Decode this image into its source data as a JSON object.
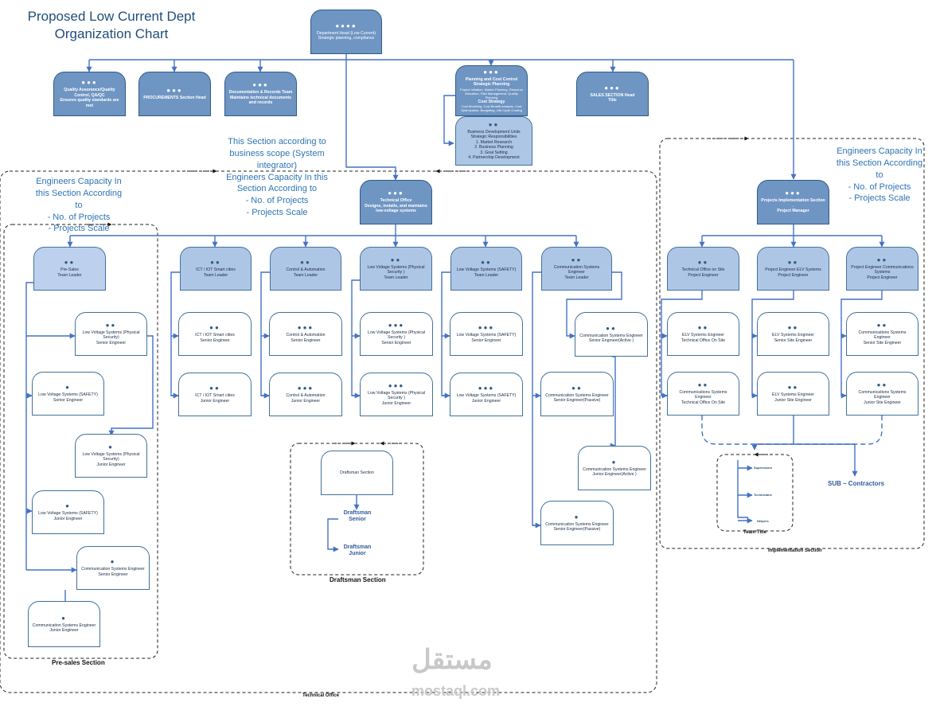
{
  "header": {
    "title_line1": "Proposed Low Current Dept",
    "title_line2": "Organization Chart"
  },
  "nodes": {
    "dept_head": {
      "title": "Department Head (Low Current)",
      "sub": "Strategic planning, compliance"
    },
    "qa": {
      "title": "Quality Assurance/Quality Control, QA/QC",
      "sub": "Ensures quality standards are met"
    },
    "procurement": {
      "title": "PROCUREMENTS Section Head"
    },
    "docs": {
      "title": "Documentation & Records Team",
      "sub": "Maintains technical documents and records"
    },
    "planning": {
      "title": "Planning and Cost Control",
      "l2": "Strategic Planning",
      "l3": "Project Initiation, Master Planning, Resource Allocation, Risk Management, Quality Planning",
      "l4": "Cost Strategy",
      "l5": "Cost Modeling, Cost Benefit Analysis, Cost Optimization, Budgeting, Life Cycle Costing"
    },
    "bdu": {
      "title": "Business Development Units",
      "l2": "Strategic Responsibilities",
      "l3": "1. Market Research",
      "l4": "2. Business Planning",
      "l5": "3. Goal Setting",
      "l6": "4. Partnership Development"
    },
    "sales": {
      "title": "SALES SECTION Head",
      "sub": "Title"
    },
    "tech_office": {
      "title": "Technical  Office",
      "sub": "Designs, installs, and maintains low-voltage systems"
    },
    "proj_impl": {
      "title": "Projects Implementation Section .",
      "sub": "Project Manager"
    },
    "presales_tl": {
      "title": "Pre-Sales",
      "sub": "Team Leader"
    },
    "ps_lvps_se": {
      "title": "Low Voltage Systems (Physical Security)",
      "sub": "Senior Engineer"
    },
    "ps_lvsafe_se": {
      "title": "Low Voltage Systems (SAFETY)",
      "sub": "Senior Engineer"
    },
    "ps_lvps_je": {
      "title": "Low Voltage Systems (Physical Security)",
      "sub": "Junior Engineer"
    },
    "ps_lvsafe_je": {
      "title": "Low Voltage Systems (SAFETY)",
      "sub": "Junior Engineer"
    },
    "ps_comm_se": {
      "title": "Communication Systems Engineer",
      "sub": "Senior Engineer"
    },
    "ps_comm_je": {
      "title": "Communication Systems Engineer",
      "sub": "Junior Engineer"
    },
    "ict_tl": {
      "title": "ICT / IOT Smart cities",
      "sub": "Team Leader"
    },
    "ict_se": {
      "title": "ICT / IOT Smart cities",
      "sub": "Senior Engineer"
    },
    "ict_je": {
      "title": "ICT / IOT Smart cities",
      "sub": "Junior Engineer"
    },
    "ca_tl": {
      "title": "Control & Automation",
      "sub": "Team Leader"
    },
    "ca_se": {
      "title": "Control & Automation",
      "sub": "Senior Engineer"
    },
    "ca_je": {
      "title": "Control & Automation",
      "sub": "Junior Engineer"
    },
    "lvps_tl": {
      "title": "Low Voltage Systems (Physical Security )",
      "sub": "Team Leader"
    },
    "lvps_se": {
      "title": "Low Voltage Systems (Physical Security )",
      "sub": "Senior Engineer"
    },
    "lvps_je": {
      "title": "Low Voltage Systems (Physical Security )",
      "sub": "Junior Engineer"
    },
    "lvsafe_tl": {
      "title": "Low Voltage Systems (SAFETY)",
      "sub": "Team Leader"
    },
    "lvsafe_se": {
      "title": "Low Voltage Systems (SAFETY)",
      "sub": "Senior Engineer"
    },
    "lvsafe_je": {
      "title": "Low Voltage Systems (SAFETY)",
      "sub": "Junior Engineer"
    },
    "comm_tl": {
      "title": "Communication Systems Engineer",
      "sub": "Team Leader"
    },
    "comm_se_active": {
      "title": "Communication Systems Engineer",
      "sub": "Senior Engineer(Active )"
    },
    "comm_se_passive": {
      "title": "Communication Systems Engineer",
      "sub": "Senior Engineer(Passive)"
    },
    "comm_je_active": {
      "title": "Communication Systems Engineer",
      "sub": "Junior Engineer(Active )"
    },
    "comm_se_passive2": {
      "title": "Communication Systems Engineer",
      "sub": "Senior Engineer(Passive)"
    },
    "draftsman": {
      "title": "Draftsman Section"
    },
    "to_site_pe": {
      "title": "Technical Office on Site",
      "sub": "Project Engineer"
    },
    "elv_pe": {
      "title": "Project Engineer ELV Systems",
      "sub": "Project Engineer"
    },
    "comm_pe": {
      "title": "Project Engineer Communications Systems",
      "sub": "Project Engineer"
    },
    "elv_to": {
      "title": "ELV Systems Engineer",
      "sub": "Technical Office On Site"
    },
    "elv_sse": {
      "title": "ELV Systems Engineer",
      "sub": "Senior Site Engineer"
    },
    "comm_sse": {
      "title": "Communications Systems Engineer",
      "sub": "Senior Site Engineer"
    },
    "comm_to": {
      "title": "Communications Systems  Engineer",
      "sub": "Technical Office On Site"
    },
    "elv_jse": {
      "title": "ELV Systems Engineer",
      "sub": "Junior Site Engineer"
    },
    "comm_jse": {
      "title": "Communications Systems Engineer",
      "sub": "Junior Site Engineer"
    }
  },
  "notes": {
    "scope": "This Section according to business scope (System integrator)",
    "cap_center": "Engineers Capacity In this Section According to",
    "cap_center_b1": "- No. of Projects",
    "cap_center_b2": "- Projects Scale",
    "cap_left": "Engineers Capacity In this Section According to",
    "cap_left_b1": "- No. of Projects",
    "cap_left_b2": "- Projects Scale",
    "cap_right": "Engineers Capacity In this Section According to",
    "cap_right_b1": "- No. of Projects",
    "cap_right_b2": "- Projects Scale"
  },
  "draftsman_levels": {
    "senior_l1": "Draftsman",
    "senior_l2": "Senior",
    "junior_l1": "Draftsman",
    "junior_l2": "Junior"
  },
  "team_title": {
    "supervisors": "Supervisors",
    "technicians": "Technicians",
    "helpers": "Helpers",
    "label": "Team Title"
  },
  "labels": {
    "sub_contractors": "SUB – Contractors",
    "presales_section": "Pre-sales Section",
    "draftsman_section": "Draftsman Section",
    "technical_office": "Technical Office",
    "implementation_section": "Implementation Section"
  },
  "watermark": {
    "arabic": "مستقل",
    "latin": "mostaql.com"
  },
  "colors": {
    "line": "#4472c4",
    "node_dark": "#6f95c3",
    "node_mid": "#aec6e6",
    "node_border": "#41719c",
    "note_text": "#2e74b5"
  }
}
